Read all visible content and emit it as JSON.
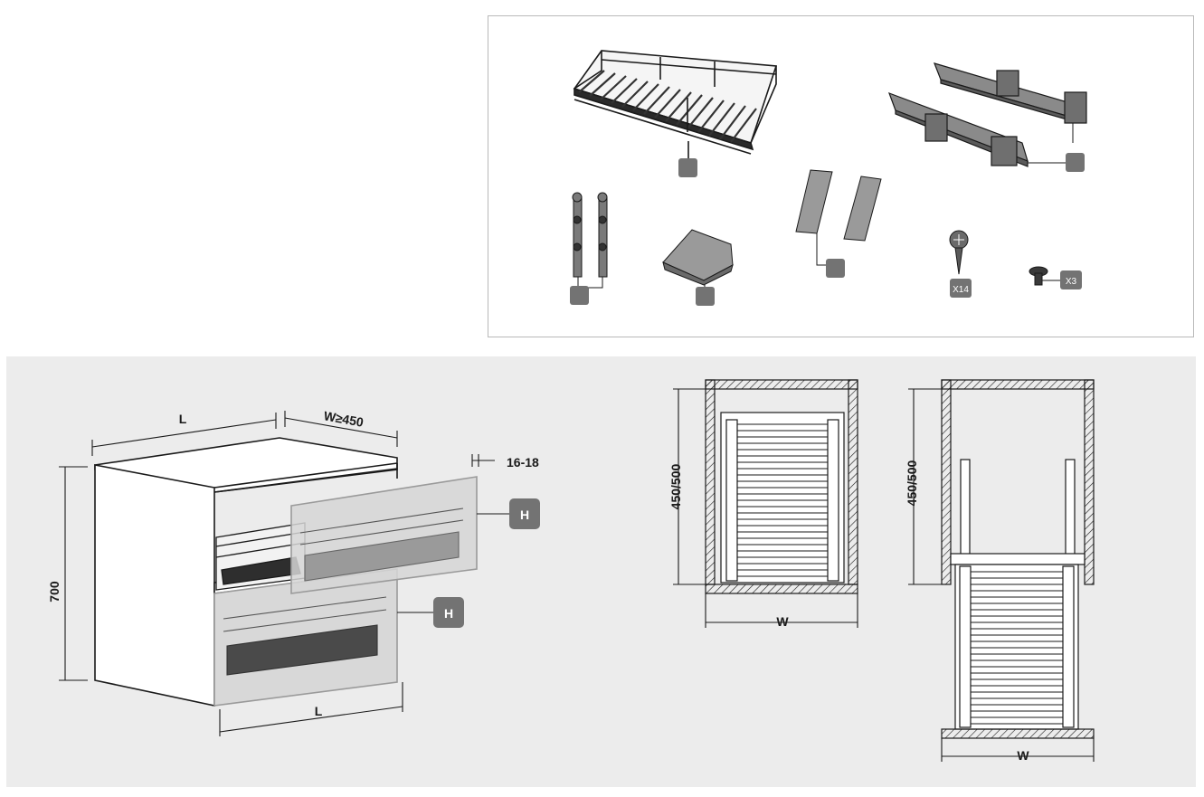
{
  "parts": {
    "screw_qty": "X14",
    "bolt_qty": "X3"
  },
  "dimensions": {
    "length": "L",
    "width_min": "W≥450",
    "front_thickness": "16-18",
    "cabinet_height": "700",
    "front_height_marker": "H",
    "depth": "450/500",
    "width": "W"
  },
  "colors": {
    "callout_box": "#737373",
    "line": "#1a1a1a",
    "install_background": "#ececec",
    "front_panel": "#d6d6d6"
  }
}
